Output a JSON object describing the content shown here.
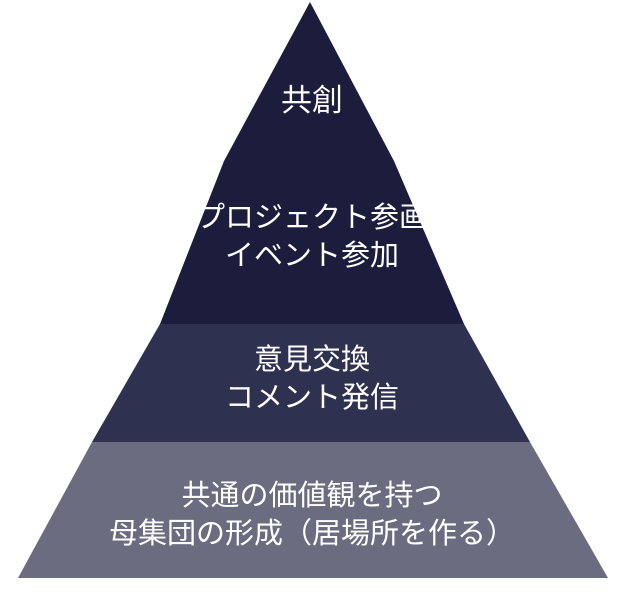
{
  "pyramid": {
    "tiers": [
      {
        "lines": [
          "共創"
        ],
        "color": "#1c1d3c"
      },
      {
        "lines": [
          "プロジェクト参画",
          "イベント参加"
        ],
        "color": "#1c1d3c"
      },
      {
        "lines": [
          "意見交換",
          "コメント発信"
        ],
        "color": "#2f3150"
      },
      {
        "lines": [
          "共通の価値観を持つ",
          "母集団の形成（居場所を作る）"
        ],
        "color": "#6b6c80"
      }
    ]
  }
}
